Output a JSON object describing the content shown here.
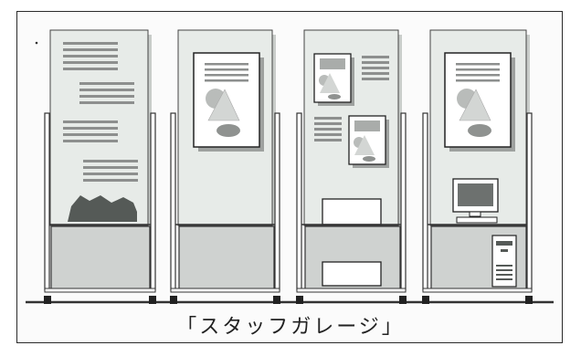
{
  "caption": "「スタッフガレージ」",
  "palette": {
    "panel": "#e7ebe8",
    "panel_shadow": "#c9cdca",
    "frame_line": "#333333",
    "lower_box": "#cfd2d0",
    "text_lines": "#8d8f8e",
    "dark_shape": "#555a57"
  },
  "units": [
    {
      "name": "unit-1",
      "contents": [
        "text-blocks",
        "dark-shape"
      ]
    },
    {
      "name": "unit-2",
      "contents": [
        "framed-poster"
      ]
    },
    {
      "name": "unit-3",
      "contents": [
        "two-small-posters",
        "text-blocks",
        "open-box",
        "drawer"
      ]
    },
    {
      "name": "unit-4",
      "contents": [
        "framed-poster",
        "computer-monitor",
        "keyboard",
        "pc-tower"
      ]
    }
  ]
}
